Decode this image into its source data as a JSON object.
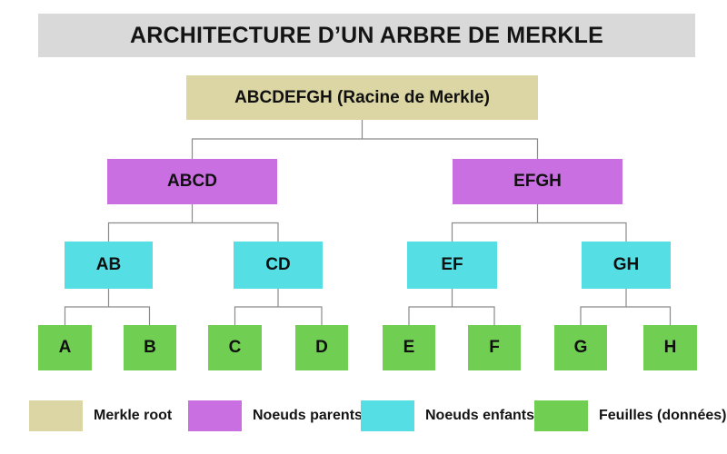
{
  "title": "ARCHITECTURE D’UN ARBRE DE MERKLE",
  "tree": {
    "root": {
      "label": "ABCDEFGH (Racine de Merkle)",
      "color": "#dcd6a5"
    },
    "parents": [
      {
        "label": "ABCD",
        "color": "#c96fe2"
      },
      {
        "label": "EFGH",
        "color": "#c96fe2"
      }
    ],
    "children": [
      {
        "label": "AB",
        "color": "#55dfe5"
      },
      {
        "label": "CD",
        "color": "#55dfe5"
      },
      {
        "label": "EF",
        "color": "#55dfe5"
      },
      {
        "label": "GH",
        "color": "#55dfe5"
      }
    ],
    "leaves": [
      {
        "label": "A",
        "color": "#70ce52"
      },
      {
        "label": "B",
        "color": "#70ce52"
      },
      {
        "label": "C",
        "color": "#70ce52"
      },
      {
        "label": "D",
        "color": "#70ce52"
      },
      {
        "label": "E",
        "color": "#70ce52"
      },
      {
        "label": "F",
        "color": "#70ce52"
      },
      {
        "label": "G",
        "color": "#70ce52"
      },
      {
        "label": "H",
        "color": "#70ce52"
      }
    ]
  },
  "legend": [
    {
      "label": "Merkle root",
      "color": "#dcd6a5"
    },
    {
      "label": "Noeuds parents",
      "color": "#c96fe2"
    },
    {
      "label": "Noeuds enfants",
      "color": "#55dfe5"
    },
    {
      "label": "Feuilles (données)",
      "color": "#70ce52"
    }
  ],
  "colors": {
    "title_bar": "#d9d9d9",
    "connector_line": "#8a8a8a",
    "background": "#ffffff",
    "text": "#141414"
  }
}
